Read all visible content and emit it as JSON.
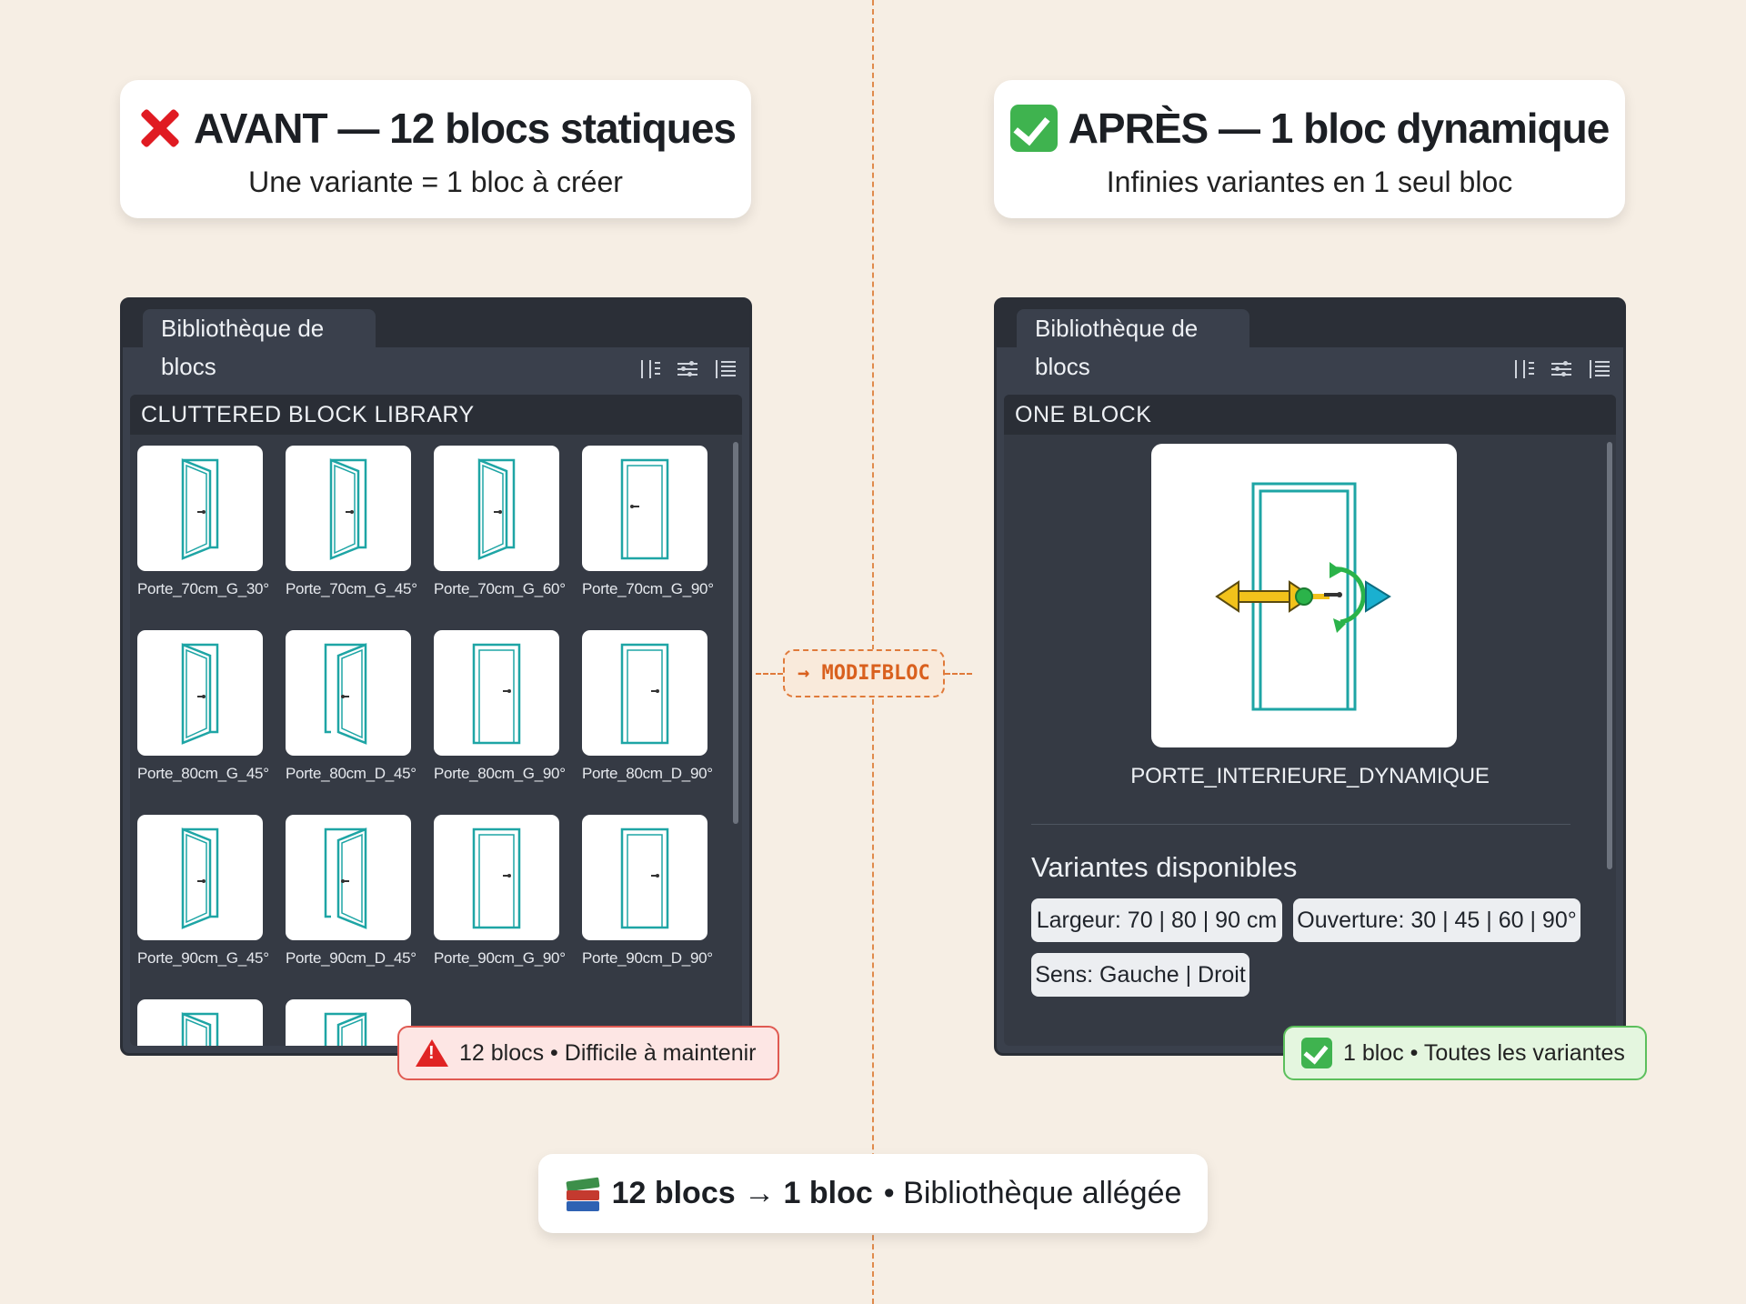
{
  "left_card": {
    "title": "AVANT — 12 blocs statiques",
    "subtitle": "Une variante = 1 bloc à créer"
  },
  "right_card": {
    "title": "APRÈS — 1 bloc dynamique",
    "subtitle": "Infinies variantes en 1 seul bloc"
  },
  "left_panel": {
    "tab": "Bibliothèque de blocs",
    "section": "CLUTTERED BLOCK LIBRARY",
    "blocks": [
      {
        "label": "Porte_70cm_G_30°",
        "door": "open-left"
      },
      {
        "label": "Porte_70cm_G_45°",
        "door": "open-left"
      },
      {
        "label": "Porte_70cm_G_60°",
        "door": "open-left"
      },
      {
        "label": "Porte_70cm_G_90°",
        "door": "closed-left"
      },
      {
        "label": "Porte_80cm_G_45°",
        "door": "open-left"
      },
      {
        "label": "Porte_80cm_D_45°",
        "door": "open-right"
      },
      {
        "label": "Porte_80cm_G_90°",
        "door": "closed-right"
      },
      {
        "label": "Porte_80cm_D_90°",
        "door": "closed-right"
      },
      {
        "label": "Porte_90cm_G_45°",
        "door": "open-left"
      },
      {
        "label": "Porte_90cm_D_45°",
        "door": "open-right"
      },
      {
        "label": "Porte_90cm_G_90°",
        "door": "closed-right"
      },
      {
        "label": "Porte_90cm_D_90°",
        "door": "closed-right"
      }
    ],
    "badge": "12 blocs • Difficile à maintenir"
  },
  "connector": {
    "label": "→ MODIFBLOC"
  },
  "right_panel": {
    "tab": "Bibliothèque de blocs",
    "section": "ONE BLOCK",
    "block_name": "PORTE_INTERIEURE_DYNAMIQUE",
    "variants_title": "Variantes disponibles",
    "variants": [
      "Largeur: 70 | 80 | 90 cm",
      "Ouverture: 30 | 45 | 60 | 90°",
      "Sens: Gauche | Droit"
    ],
    "badge": "1 bloc • Toutes les variantes"
  },
  "footer": {
    "strong": "12 blocs → 1 bloc",
    "rest": "• Bibliothèque allégée"
  },
  "colors": {
    "door": "#1ea5a5",
    "accent": "#e07a3a",
    "grip_yellow": "#f2c21b",
    "grip_green": "#2bb34a",
    "grip_cyan": "#1ab0d0"
  }
}
